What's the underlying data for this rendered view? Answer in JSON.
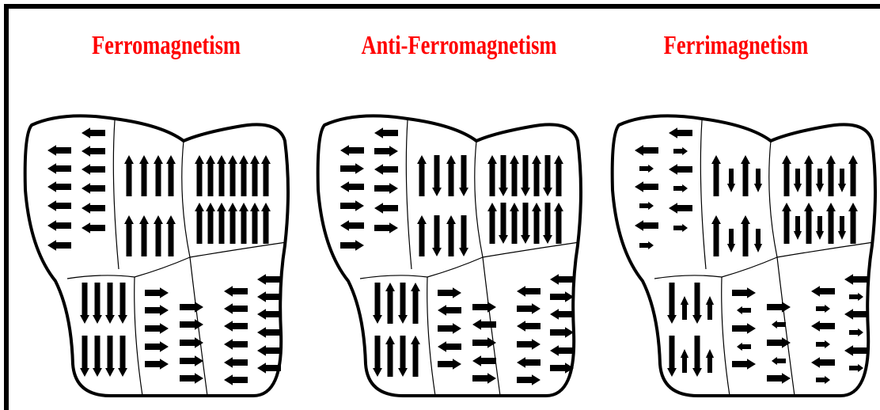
{
  "titles": {
    "ferro": "Ferromagnetism",
    "antiferro": "Anti-Ferromagnetism",
    "ferri": "Ferrimagnetism"
  },
  "colors": {
    "title": "#ff0000",
    "arrow": "#000000",
    "outline": "#000000",
    "frame": "#000000",
    "background": "#ffffff"
  },
  "panels": [
    {
      "name": "ferromagnetism",
      "arrangement": "all moments parallel within each domain",
      "pattern": "parallel"
    },
    {
      "name": "anti-ferromagnetism",
      "arrangement": "equal moments alternating antiparallel",
      "pattern": "antiparallel"
    },
    {
      "name": "ferrimagnetism",
      "arrangement": "unequal moments alternating antiparallel",
      "pattern": "ferri"
    }
  ],
  "domains": [
    {
      "id": "domain-1",
      "direction": "left"
    },
    {
      "id": "domain-2",
      "direction": "up"
    },
    {
      "id": "domain-3",
      "direction": "up"
    },
    {
      "id": "domain-4",
      "direction": "down"
    },
    {
      "id": "domain-5",
      "direction": "right"
    },
    {
      "id": "domain-6",
      "direction": "left"
    }
  ]
}
